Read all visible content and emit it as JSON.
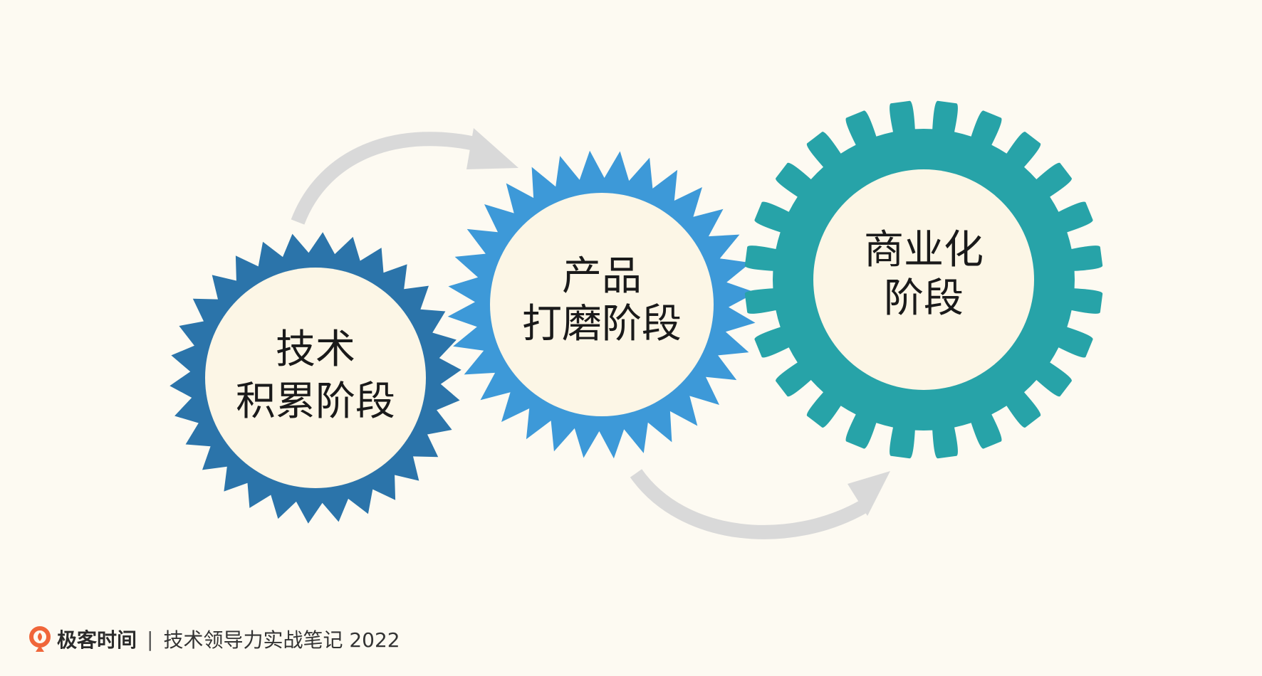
{
  "gears": [
    {
      "id": "tech",
      "lines": [
        "技术",
        "积累阶段"
      ],
      "color": "#2b74aa"
    },
    {
      "id": "product",
      "lines": [
        "产品",
        "打磨阶段"
      ],
      "color": "#3d99d8"
    },
    {
      "id": "commercial",
      "lines": [
        "商业化",
        "阶段"
      ],
      "color": "#27a3a8"
    }
  ],
  "colors": {
    "background": "#fdfaf2",
    "gear_center": "#fcf6e6",
    "arrow": "#d9d9d9",
    "logo": "#f0663a"
  },
  "footer": {
    "brand": "极客时间",
    "separator": "|",
    "book_title": "技术领导力实战笔记 2022"
  }
}
